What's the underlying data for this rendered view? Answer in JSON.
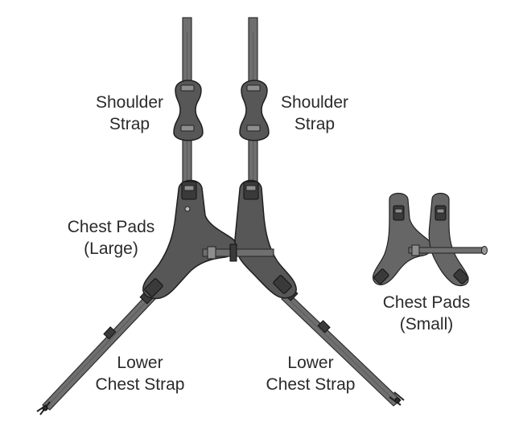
{
  "labels": {
    "shoulder_left": [
      "Shoulder",
      "Strap"
    ],
    "shoulder_right": [
      "Shoulder",
      "Strap"
    ],
    "chest_large": [
      "Chest Pads",
      "(Large)"
    ],
    "chest_small": [
      "Chest Pads",
      "(Small)"
    ],
    "lower_left": [
      "Lower",
      "Chest Strap"
    ],
    "lower_right": [
      "Lower",
      "Chest Strap"
    ]
  },
  "colors": {
    "strap": "#6f6f6f",
    "pad": "#575757",
    "outline": "#1f1f1f",
    "text": "#2a2a2a"
  }
}
